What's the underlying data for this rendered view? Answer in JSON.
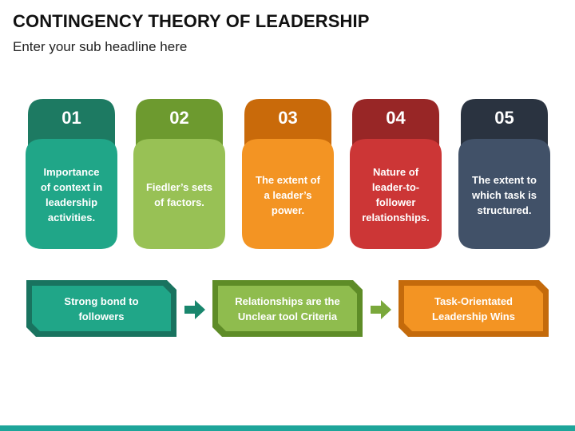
{
  "title": "CONTINGENCY THEORY OF LEADERSHIP",
  "subtitle": "Enter your sub headline here",
  "cards": [
    {
      "number": "01",
      "lines": [
        "Importance",
        "of context in",
        "leadership",
        "activities."
      ],
      "top_color": "#1d7a62",
      "body_color": "#20a688"
    },
    {
      "number": "02",
      "lines": [
        "Fiedler’s sets",
        "of factors."
      ],
      "top_color": "#6d9a2f",
      "body_color": "#98c155"
    },
    {
      "number": "03",
      "lines": [
        "The extent of",
        "a leader’s",
        "power."
      ],
      "top_color": "#c96a0a",
      "body_color": "#f39423"
    },
    {
      "number": "04",
      "lines": [
        "Nature of",
        "leader-to-",
        "follower",
        "relationships."
      ],
      "top_color": "#982626",
      "body_color": "#cc3636"
    },
    {
      "number": "05",
      "lines": [
        "The extent to",
        "which task is",
        "structured."
      ],
      "top_color": "#2a3340",
      "body_color": "#415168"
    }
  ],
  "flow_boxes": [
    {
      "lines": [
        "Strong bond to",
        "followers"
      ],
      "border_color": "#19735f",
      "fill_color": "#20a688"
    },
    {
      "lines": [
        "Relationships are the",
        "Unclear tool Criteria"
      ],
      "border_color": "#5e8c27",
      "fill_color": "#8fbc4e"
    },
    {
      "lines": [
        "Task-Orientated",
        "Leadership Wins"
      ],
      "border_color": "#c46a0b",
      "fill_color": "#f39423"
    }
  ],
  "flow_arrows": [
    {
      "color": "#19866d",
      "icon": "right-arrow-icon"
    },
    {
      "color": "#7aa83b",
      "icon": "right-arrow-icon"
    }
  ],
  "footer_color": "#1ea59a"
}
